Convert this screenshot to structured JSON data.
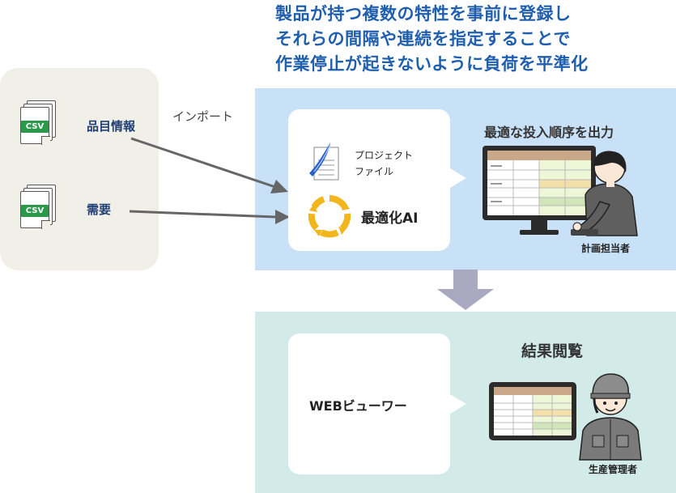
{
  "headline": {
    "line1": "製品が持つ複数の特性を事前に登録し",
    "line2": "それらの間隔や連続を指定することで",
    "line3": "作業停止が起きないように負荷を平準化"
  },
  "inputs": {
    "items": [
      {
        "label": "品目情報",
        "file_tag": "CSV"
      },
      {
        "label": "需要",
        "file_tag": "CSV"
      }
    ]
  },
  "import_label": "インポート",
  "system": {
    "project_file_line1": "プロジェクト",
    "project_file_line2": "ファイル",
    "optimizer": "最適化AI"
  },
  "planner": {
    "caption": "最適な投入順序を出力",
    "person": "計画担当者"
  },
  "result": {
    "section_title": "結果閲覧",
    "viewer": "WEBビューワー",
    "person": "生産管理者"
  },
  "colors": {
    "headline": "#1f5fae",
    "blue_panel": "#c9e1f7",
    "teal_panel": "#d2ebe9",
    "left_panel": "#f0efe8",
    "csv_green": "#2a9a4a",
    "optimizer_ring": "#f2b51c",
    "flow_arrow": "#a9a9c2"
  },
  "icons": [
    "csv-file-icon",
    "project-file-icon",
    "optimizer-cycle-icon",
    "monitor-icon",
    "tablet-icon",
    "planner-person-icon",
    "manager-person-icon"
  ]
}
